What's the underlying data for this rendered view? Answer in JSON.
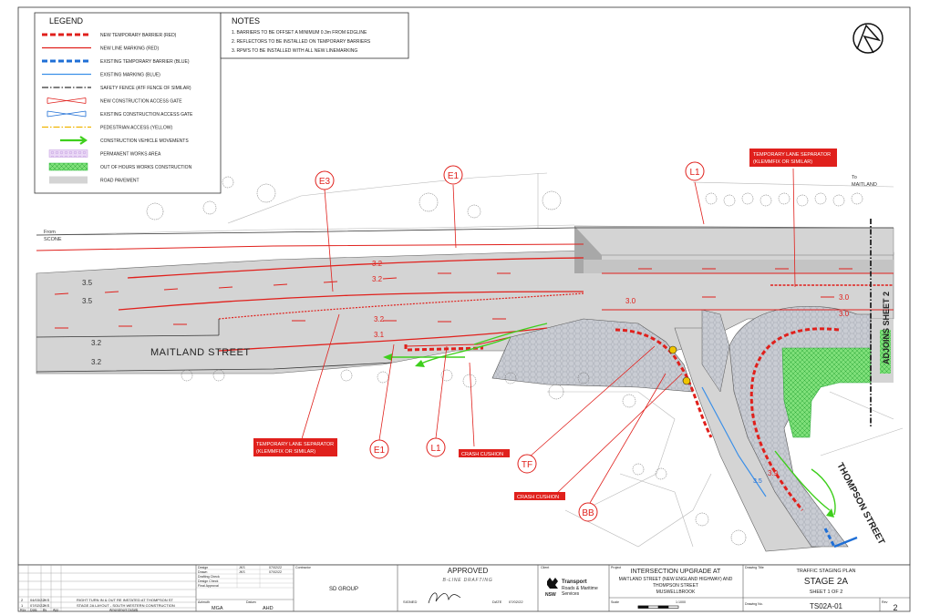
{
  "legend": {
    "title": "LEGEND",
    "items": [
      {
        "label": "NEW TEMPORARY BARRIER (RED)",
        "kind": "dash-thick",
        "color": "#e0201c"
      },
      {
        "label": "NEW LINE MARKING (RED)",
        "kind": "solid",
        "color": "#e0201c"
      },
      {
        "label": "EXISTING TEMPORARY BARRIER (BLUE)",
        "kind": "dash-thick",
        "color": "#1f6fd6"
      },
      {
        "label": "EXISTING MARKING (BLUE)",
        "kind": "solid",
        "color": "#3a8fe8"
      },
      {
        "label": "SAFETY FENCE (ATF FENCE OF SIMILAR)",
        "kind": "dashdot",
        "color": "#333333"
      },
      {
        "label": "NEW CONSTRUCTION ACCESS GATE",
        "kind": "gate",
        "color": "#e0201c"
      },
      {
        "label": "EXISTING CONSTRUCTION ACCESS GATE",
        "kind": "gate",
        "color": "#1f6fd6"
      },
      {
        "label": "PEDESTRIAN ACCESS (YELLOW)",
        "kind": "dashdot",
        "color": "#f0b400"
      },
      {
        "label": "CONSTRUCTION VEHICLE MOVEMENTS",
        "kind": "arrow",
        "color": "#3ecf1c"
      },
      {
        "label": "PERMANENT WORKS AREA",
        "kind": "hatch-purple",
        "color": "#c39be0"
      },
      {
        "label": "OUT OF HOURS WORKS CONSTRUCTION",
        "kind": "hatch-green",
        "color": "#2fbf3a"
      },
      {
        "label": "ROAD PAVEMENT",
        "kind": "fill",
        "color": "#d4d4d4"
      }
    ]
  },
  "notes": {
    "title": "NOTES",
    "items": [
      "1.   BARRIERS TO BE OFFSET A MINIMUM 0.3m FROM EDGLINE",
      "2.   REFLECTORS TO BE INSTALLED ON TEMPORARY BARRIERS",
      "3.   RPM'S TO BE INSTALLED WITH ALL NEW LINEMARKING"
    ]
  },
  "streets": {
    "maitland": "MAITLAND  STREET",
    "thompson": "THOMPSON STREET",
    "adjoins": "ADJOINS SHEET 2"
  },
  "directions": {
    "from_scone_1": "From",
    "from_scone_2": "SCONE",
    "to_maitland_1": "To",
    "to_maitland_2": "MAITLAND"
  },
  "lane_widths": {
    "w35a": "3.5",
    "w35b": "3.5",
    "w32a": "3.2",
    "w32b": "3.2",
    "w32c": "3.2",
    "w32d": "3.2",
    "w32e": "3.2",
    "w31": "3.1",
    "w30a": "3.0",
    "w30b": "3.0",
    "w30c": "3.0",
    "w39": "3.9",
    "w35c": "3.5"
  },
  "callouts": {
    "e3": "E3",
    "e1_top": "E1",
    "l1_top": "L1",
    "e1_bottom": "E1",
    "l1_bottom": "L1",
    "tf": "TF",
    "bb": "BB",
    "temp_sep_top_1": "TEMPORARY LANE SEPARATOR",
    "temp_sep_top_2": "(KLEMMFIX OR SIMILAR)",
    "temp_sep_bottom_1": "TEMPORARY LANE SEPARATOR",
    "temp_sep_bottom_2": "(KLEMMFIX OR SIMILAR)",
    "crash_cushion_1": "CRASH CUSHION",
    "crash_cushion_2": "CRASH CUSHION"
  },
  "titleblock": {
    "revisions": [
      {
        "rev": "2",
        "date": "04/03/22",
        "by": "JKS",
        "desc": "RIGHT TURN IN & OUT RE INSTATED AT THOMPSON ST"
      },
      {
        "rev": "1",
        "date": "07/02/22",
        "by": "JKS",
        "desc": "STAGE 2A LAYOUT - SOUTH WESTERN CONSTRUCTION"
      }
    ],
    "rev_headers": [
      "Rev",
      "Date",
      "By",
      "App",
      "Amendment Details"
    ],
    "roles": [
      {
        "role": "Design",
        "who": "JKS",
        "date": "07/02/22"
      },
      {
        "role": "Drawn",
        "who": "JKS",
        "date": "07/02/22"
      },
      {
        "role": "Drafting Check",
        "who": "",
        "date": ""
      },
      {
        "role": "Design Check",
        "who": "",
        "date": ""
      },
      {
        "role": "Final Approval",
        "who": "",
        "date": ""
      }
    ],
    "azimuth_label": "Azimuth",
    "azimuth": "MGA",
    "datum_label": "Datum",
    "datum": "AHD",
    "contractor_label": "Contractor",
    "contractor": "SD GROUP",
    "approved": "APPROVED",
    "drafting": "B-LINE DRAFTING",
    "signed_label": "SIGNED",
    "date_label": "DATE",
    "date": "07/02/22",
    "client_label": "Client",
    "client_org_1": "Transport",
    "client_org_2": "Roads & Maritime",
    "client_org_3": "Services",
    "nsw": "NSW",
    "project_label": "Project",
    "project_1": "INTERSECTION UPGRADE AT",
    "project_2": "MAITLAND STREET (NEW ENGLAND HIGHWAY) AND",
    "project_3": "THOMPSON STREET",
    "project_4": "MUSWELLBROOK",
    "scale_label": "Scale",
    "scale": "1:1000",
    "drawing_title_label": "Drawing Title",
    "title_1": "TRAFFIC STAGING PLAN",
    "title_2": "STAGE 2A",
    "title_3": "SHEET 1 OF 2",
    "drawing_no_label": "Drawing No.",
    "drawing_no": "TS02A-01",
    "rev_label": "Rev",
    "rev": "2"
  }
}
